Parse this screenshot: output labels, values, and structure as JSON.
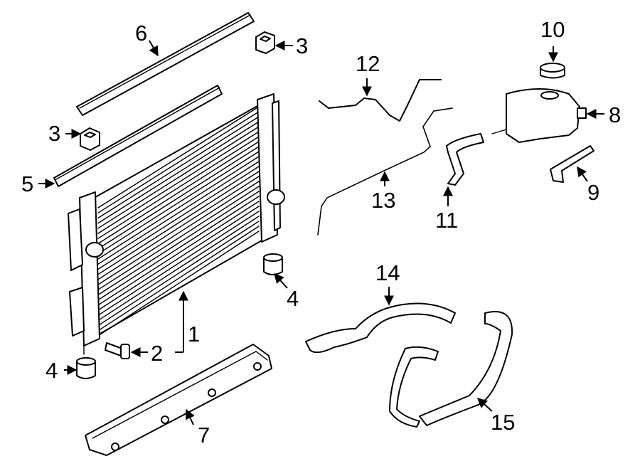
{
  "callouts": [
    {
      "id": "1",
      "label": "1"
    },
    {
      "id": "2",
      "label": "2"
    },
    {
      "id": "3a",
      "label": "3"
    },
    {
      "id": "3b",
      "label": "3"
    },
    {
      "id": "4a",
      "label": "4"
    },
    {
      "id": "4b",
      "label": "4"
    },
    {
      "id": "5",
      "label": "5"
    },
    {
      "id": "6",
      "label": "6"
    },
    {
      "id": "7",
      "label": "7"
    },
    {
      "id": "8",
      "label": "8"
    },
    {
      "id": "9",
      "label": "9"
    },
    {
      "id": "10",
      "label": "10"
    },
    {
      "id": "11",
      "label": "11"
    },
    {
      "id": "12",
      "label": "12"
    },
    {
      "id": "13",
      "label": "13"
    },
    {
      "id": "14",
      "label": "14"
    },
    {
      "id": "15",
      "label": "15"
    }
  ],
  "colors": {
    "line": "#000000",
    "background": "#ffffff"
  }
}
